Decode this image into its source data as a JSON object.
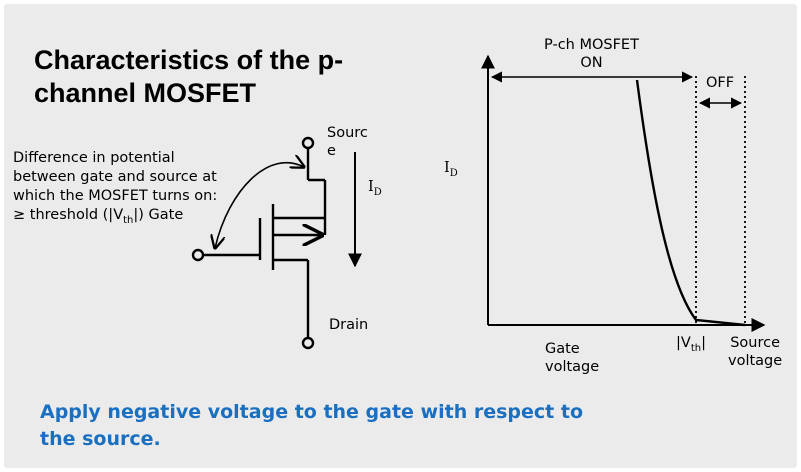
{
  "slide": {
    "title": "Characteristics of the p-channel MOSFET",
    "description": "Difference in potential between gate and source at which the MOSFET turns on: ≥ threshold (|Vₜₕ|) Gate",
    "description_parts": {
      "text_before": "Difference in potential between gate and source at which the MOSFET turns on: ≥ threshold (|V",
      "sub": "th",
      "text_after": "|) Gate"
    },
    "footer": "Apply negative voltage to the gate with respect to the source."
  },
  "circuit": {
    "source_label_line1": "Sourc",
    "source_label_line2": "e",
    "drain_label": "Drain",
    "current_label": "I",
    "current_sub": "D"
  },
  "graph": {
    "ylabel": "I",
    "ylabel_sub": "D",
    "on_label_line1": "P-ch MOSFET",
    "on_label_line2": "ON",
    "off_label": "OFF",
    "x_gate_line1": "Gate",
    "x_gate_line2": "voltage",
    "vth_label_left": "|V",
    "vth_label_sub": "th",
    "vth_label_right": "|",
    "x_source_line1": "Source",
    "x_source_line2": "voltage"
  }
}
